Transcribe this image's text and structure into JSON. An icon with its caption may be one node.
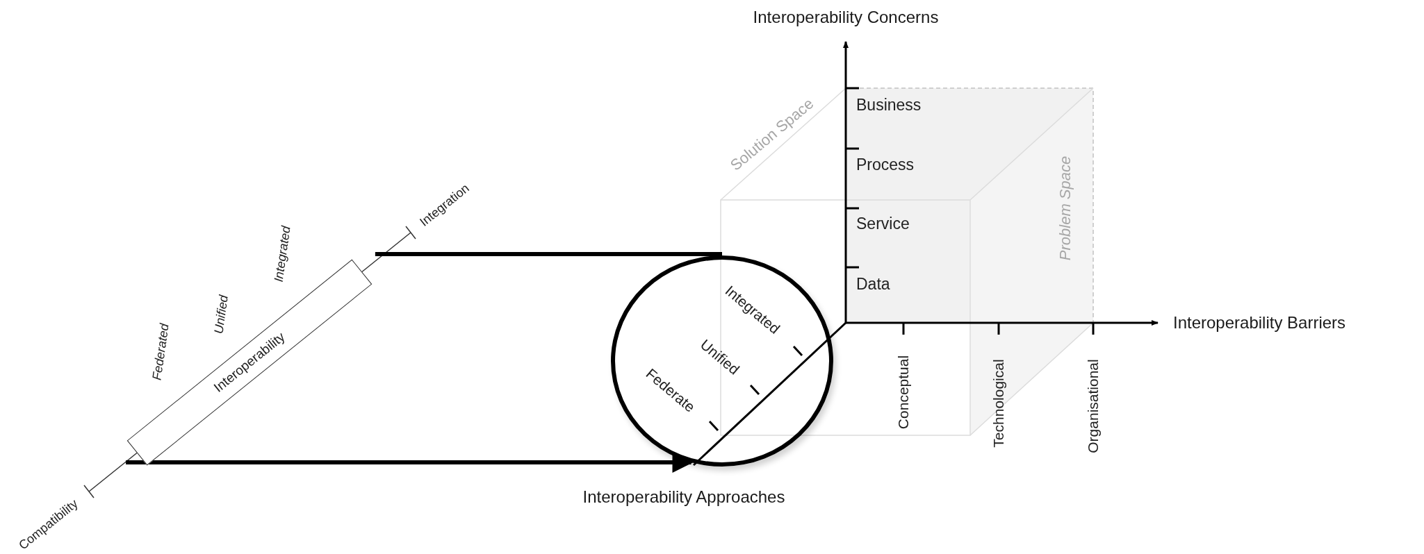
{
  "diagram": {
    "nodes": [
      {
        "text": [
          "Interoperability"
        ]
      },
      {
        "text": [],
        "shape": "circle"
      }
    ],
    "edges": [
      {
        "from": 0,
        "to": 1,
        "arrow": "none"
      },
      {
        "from": 0,
        "to": 1,
        "arrow": "to"
      }
    ],
    "labels": [
      "Interoperability Concerns",
      "Solution Space",
      "Business",
      "Process",
      "Service",
      "Problem Space",
      "Integration",
      "Integrated",
      "Data",
      "Unified",
      "Federated",
      "Integrated",
      "Interoperability Barriers",
      "Unified",
      "Federate",
      "Conceptual",
      "Technological",
      "Organisational",
      "Compatibility",
      "Interoperability Approaches"
    ]
  }
}
